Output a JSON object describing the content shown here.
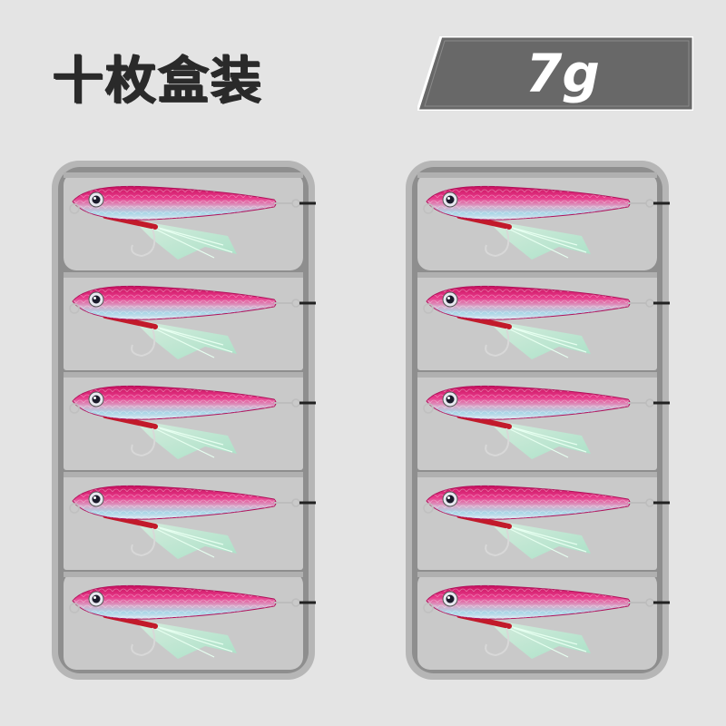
{
  "header": {
    "title": "十枚盒装",
    "weight": "7g"
  },
  "colors": {
    "background": "#e4e4e4",
    "badge": "#686868",
    "tray_outer": "#b6b6b6",
    "tray_inner": "#8e8e8e",
    "compartment": "#c9c9c9",
    "lure_body": "#e0287a",
    "lure_belly": "#9ad8e8"
  },
  "product": {
    "boxes": 2,
    "lures_per_box": 5,
    "icons": [
      "lure-icon",
      "treble-hook-icon",
      "feather-skirt-icon"
    ]
  }
}
